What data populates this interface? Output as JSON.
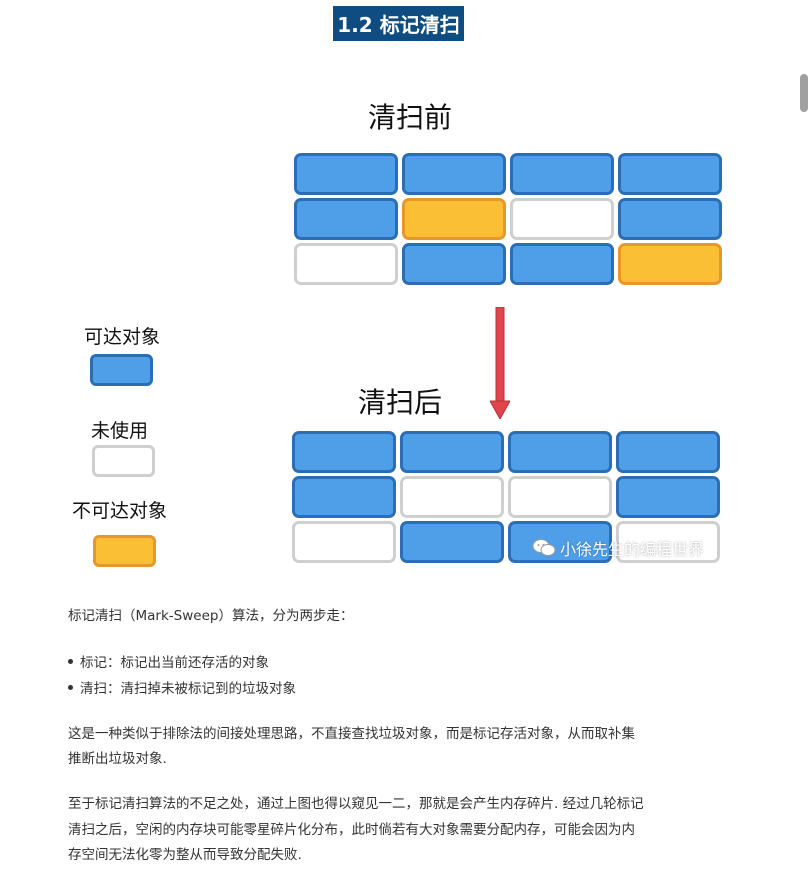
{
  "section_title": "1.2 标记清扫",
  "diagram": {
    "before_heading": "清扫前",
    "after_heading": "清扫后",
    "before_grid": [
      [
        "reachable",
        "reachable",
        "reachable",
        "reachable"
      ],
      [
        "reachable",
        "unreachable",
        "unused",
        "reachable"
      ],
      [
        "unused",
        "reachable",
        "reachable",
        "unreachable"
      ]
    ],
    "after_grid": [
      [
        "reachable",
        "reachable",
        "reachable",
        "reachable"
      ],
      [
        "reachable",
        "unused",
        "unused",
        "reachable"
      ],
      [
        "unused",
        "reachable",
        "reachable",
        "unused"
      ]
    ],
    "colors": {
      "reachable": "#4f9fe8",
      "unreachable": "#fbbf36",
      "unused": "#ffffff",
      "arrow": "#e0454d"
    },
    "legend": [
      {
        "key": "reachable",
        "label": "可达对象"
      },
      {
        "key": "unused",
        "label": "未使用"
      },
      {
        "key": "unreachable",
        "label": "不可达对象"
      }
    ],
    "watermark": "小徐先生的编程世界"
  },
  "article": {
    "intro": "标记清扫（Mark-Sweep）算法，分为两步走：",
    "bullets": [
      "标记：标记出当前还存活的对象",
      "清扫：清扫掉未被标记到的垃圾对象"
    ],
    "para1_line1": "这是一种类似于排除法的间接处理思路，不直接查找垃圾对象，而是标记存活对象，从而取补集",
    "para1_line2": "推断出垃圾对象.",
    "para2_line1": "至于标记清扫算法的不足之处，通过上图也得以窥见一二，那就是会产生内存碎片. 经过几轮标记",
    "para2_line2": "清扫之后，空闲的内存块可能零星碎片化分布，此时倘若有大对象需要分配内存，可能会因为内",
    "para2_line3": "存空间无法化零为整从而导致分配失败."
  }
}
